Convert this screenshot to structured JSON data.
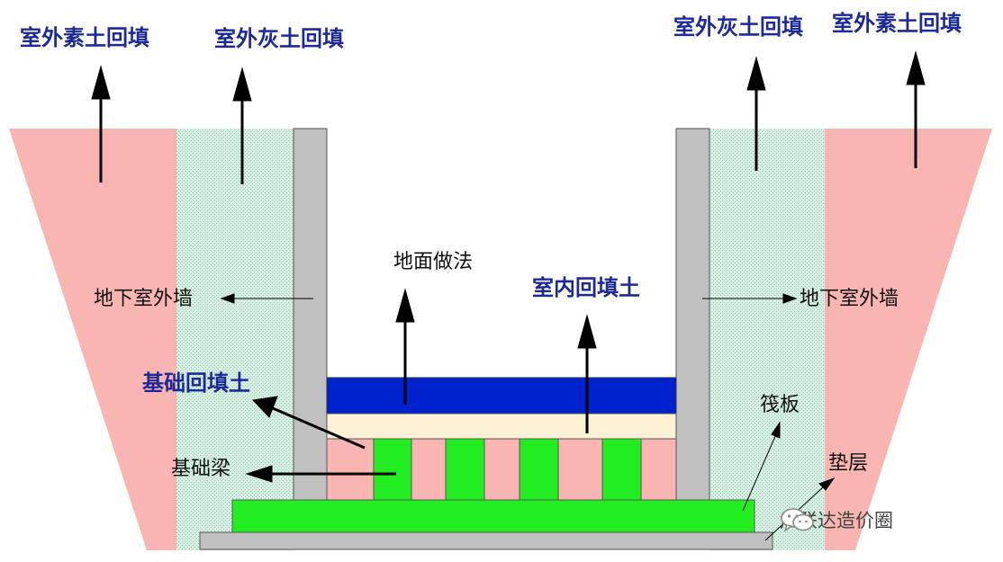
{
  "colors": {
    "outer_fill": "#f9b5b2",
    "lime_fill": "#d5ece0",
    "wall_fill": "#c0c0c0",
    "raft_fill": "#22ee22",
    "pad_fill": "#c0c0c0",
    "floor_finish_fill": "#0022cc",
    "indoor_fill": "#fdf1d6",
    "foundation_fill_pink": "#f9b5b2",
    "label_blue": "#1c2a99"
  },
  "labels": {
    "outdoor_plain_fill_left": "室外素土回填",
    "outdoor_lime_fill_left": "室外灰土回填",
    "outdoor_lime_fill_right": "室外灰土回填",
    "outdoor_plain_fill_right": "室外素土回填",
    "basement_wall_left": "地下室外墙",
    "basement_wall_right": "地下室外墙",
    "floor_finish": "地面做法",
    "indoor_backfill": "室内回填土",
    "foundation_backfill": "基础回填土",
    "foundation_beam": "基础梁",
    "raft": "筏板",
    "cushion": "垫层"
  },
  "watermark": {
    "text": "广联达造价圈",
    "icon": "wechat-icon"
  }
}
